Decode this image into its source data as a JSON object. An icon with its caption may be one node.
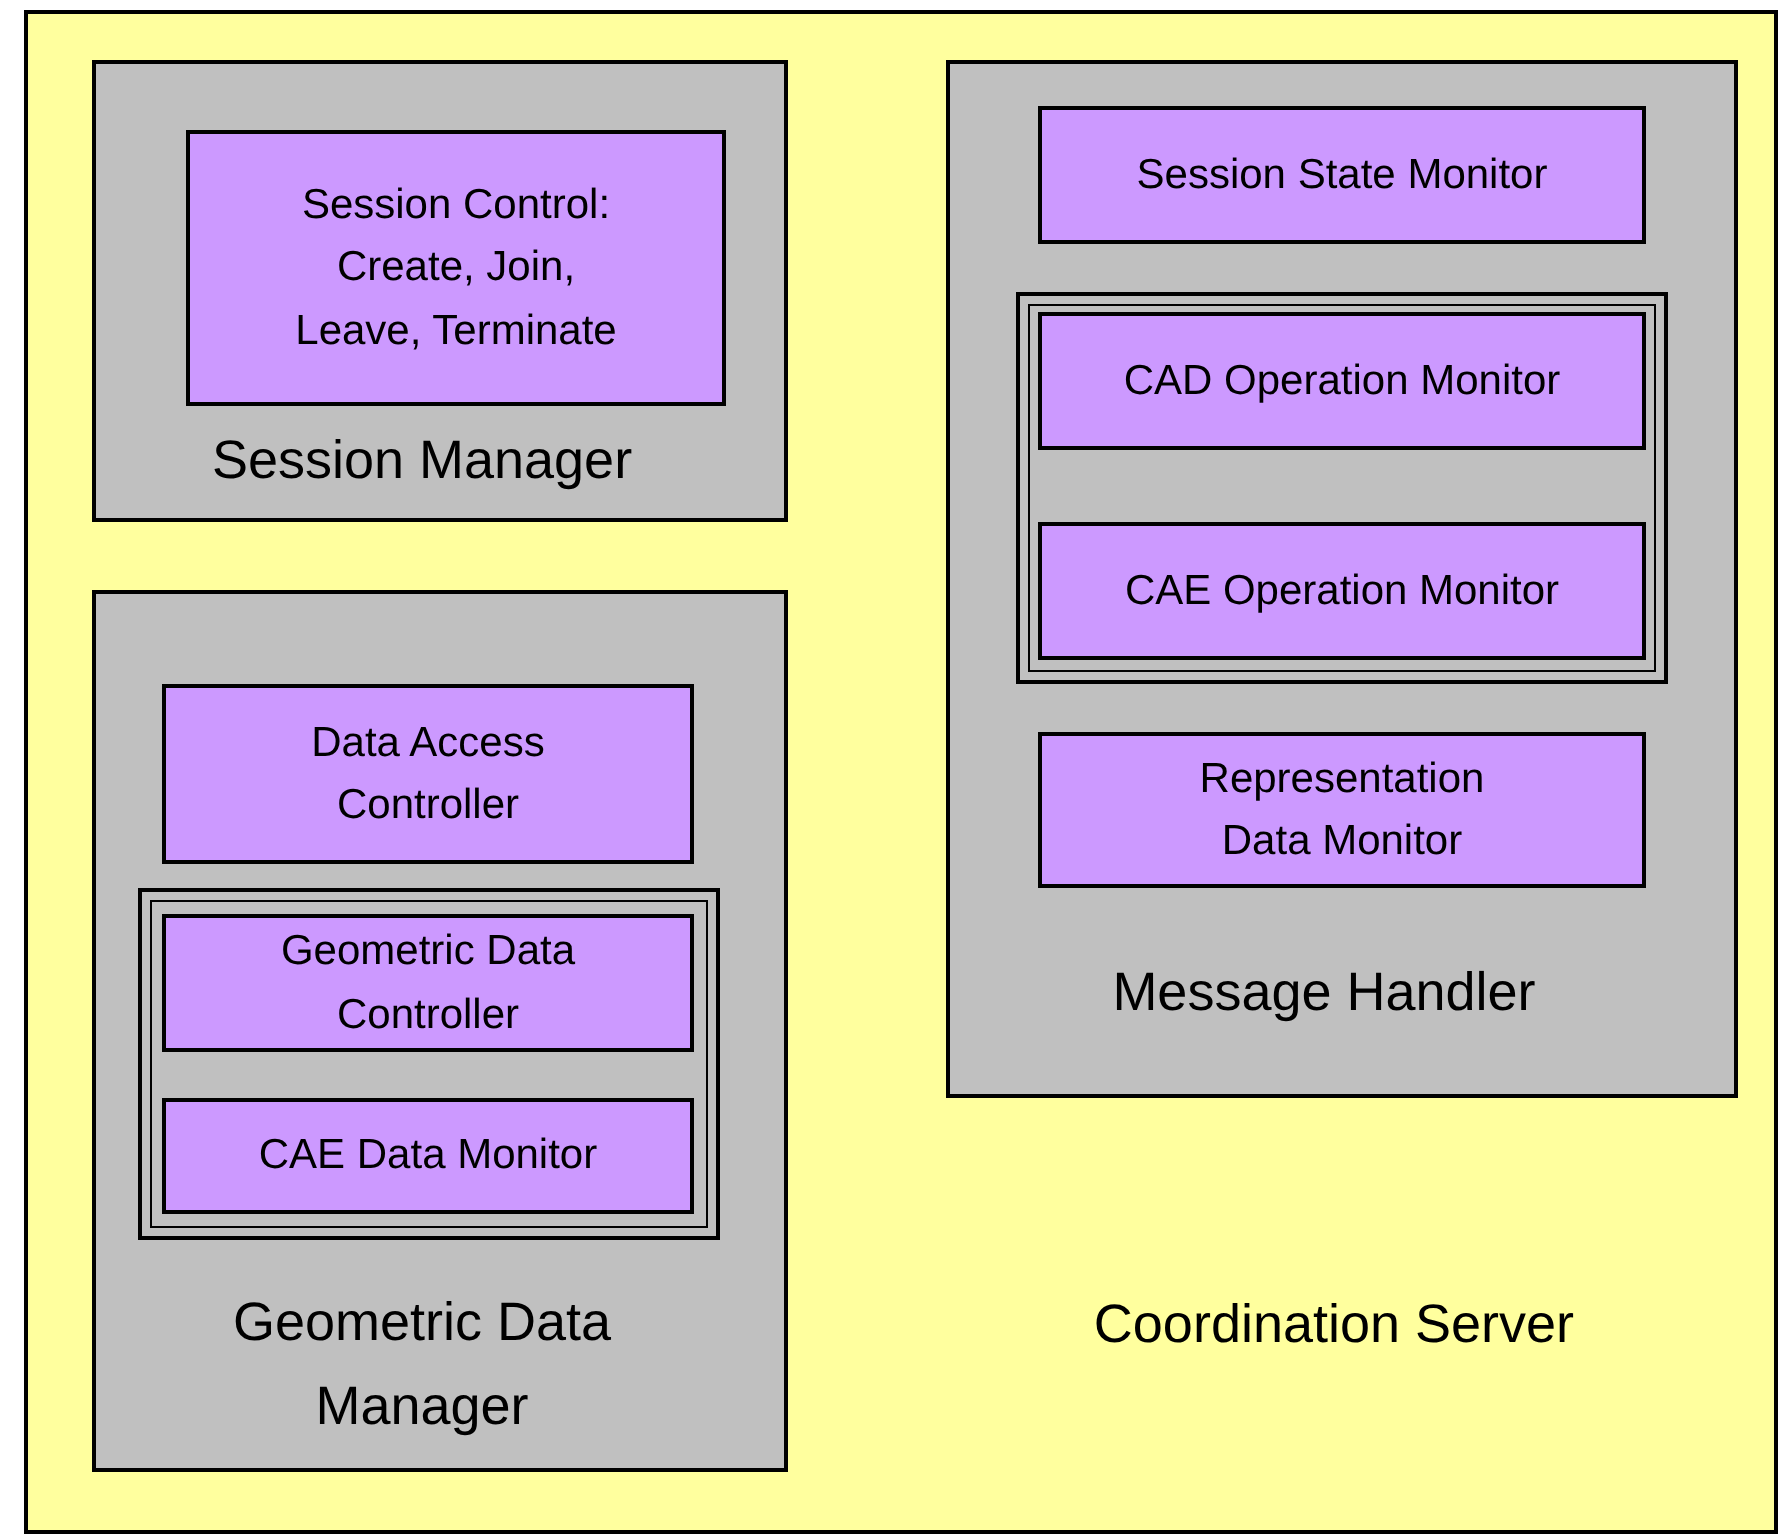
{
  "diagram": {
    "nodes": [
      {
        "text": [
          "Coordination Server"
        ]
      },
      {
        "text": [
          "Session Manager"
        ],
        "in": 0
      },
      {
        "text": [
          "Session Control: Create, Join, Leave, Terminate"
        ],
        "in": 1
      },
      {
        "text": [
          "Geometric Data Manager"
        ],
        "in": 0
      },
      {
        "text": [
          "Data Access Controller"
        ],
        "in": 3
      },
      {
        "text": [],
        "shape": "box",
        "in": 3
      },
      {
        "text": [
          "Geometric Data Controller"
        ],
        "in": 5
      },
      {
        "text": [
          "CAE Data Monitor"
        ],
        "in": 5
      },
      {
        "text": [
          "Message Handler"
        ],
        "in": 0
      },
      {
        "text": [
          "Session State Monitor"
        ],
        "in": 8
      },
      {
        "text": [],
        "shape": "box",
        "in": 8
      },
      {
        "text": [
          "CAD Operation Monitor"
        ],
        "in": 10
      },
      {
        "text": [
          "CAE Operation Monitor"
        ],
        "in": 10
      },
      {
        "text": [
          "Representation Data Monitor"
        ],
        "in": 8
      }
    ]
  }
}
